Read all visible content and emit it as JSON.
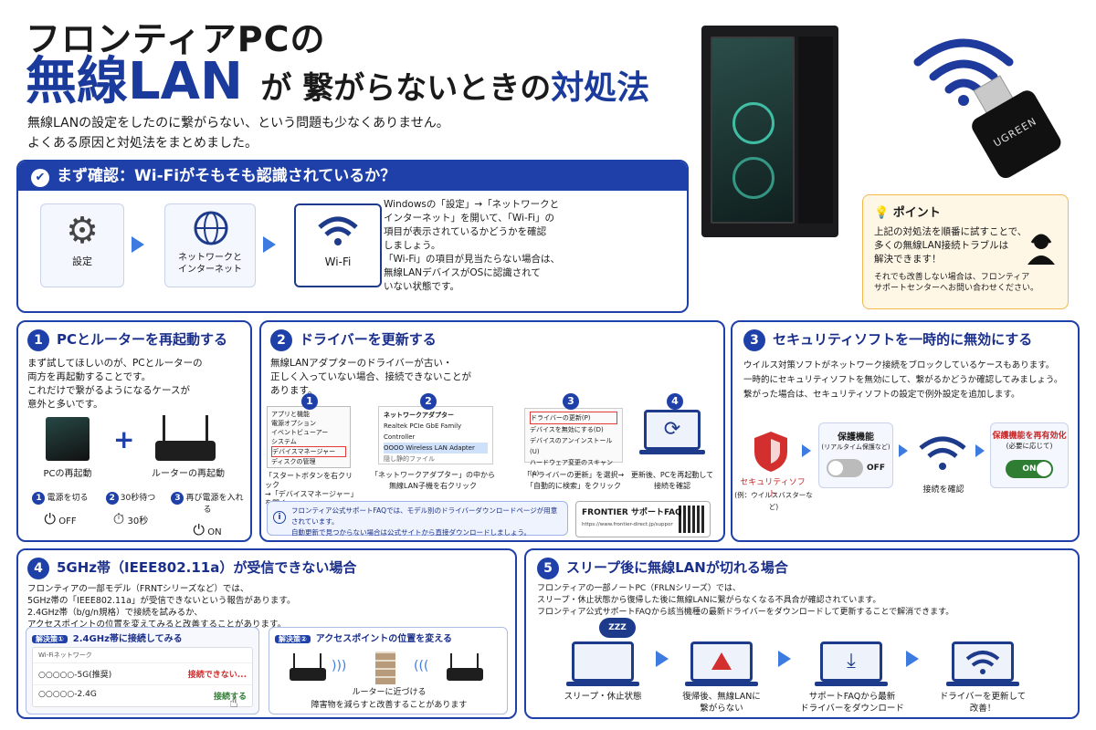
{
  "title": {
    "line1": "フロンティアPCの",
    "big": "無線LAN",
    "mid": "が 繋がらないときの",
    "end": "対処法"
  },
  "intro": [
    "無線LANの設定をしたのに繋がらない、という問題も少なくありません。",
    "よくある原因と対処法をまとめました。"
  ],
  "check": {
    "heading": "まず確認：Wi-Fiがそもそも認識されているか？",
    "steps": [
      "設定",
      "ネットワークと\nインターネット",
      "Wi-Fi"
    ],
    "desc": [
      "Windowsの「設定」→「ネットワークと",
      "インターネット」を開いて、「Wi-Fi」の",
      "項目が表示されているかどうかを確認",
      "しましょう。",
      "「Wi-Fi」の項目が見当たらない場合は、",
      "無線LANデバイスがOSに認識されて",
      "いない状態です。"
    ]
  },
  "adapter": {
    "brand": "UGREEN"
  },
  "point": {
    "title": "ポイント",
    "lines": [
      "上記の対処法を順番に試すことで、",
      "多くの無線LAN接続トラブルは",
      "解決できます！",
      "それでも改善しない場合は、フロンティア",
      "サポートセンターへお問い合わせください。"
    ]
  },
  "s1": {
    "num": "1",
    "title": "PCとルーターを再起動する",
    "lines": [
      "まず試してほしいのが、PCとルーターの",
      "両方を再起動することです。",
      "これだけで繋がるようになるケースが",
      "意外と多いです。"
    ],
    "pc": "PCの再起動",
    "router": "ルーターの再起動",
    "steps": [
      {
        "n": "1",
        "t": "電源を切る",
        "v": "OFF"
      },
      {
        "n": "2",
        "t": "30秒待つ",
        "v": "30秒"
      },
      {
        "n": "3",
        "t": "再び電源を入れる",
        "v": "ON"
      }
    ]
  },
  "s2": {
    "num": "2",
    "title": "ドライバーを更新する",
    "lines": [
      "無線LANアダプターのドライバーが古い・",
      "正しく入っていない場合、接続できないことが",
      "あります。"
    ],
    "menu": [
      "アプリと機能",
      "電源オプション",
      "イベントビューアー",
      "システム",
      "デバイスマネージャー",
      "ディスクの管理"
    ],
    "c1": "「スタートボタンを右クリック\n→「デバイスマネージャー」を開く",
    "na": "ネットワークアダプター",
    "nets": [
      "Realtek PCIe GbE Family Controller",
      "OOOO Wireless LAN Adapter"
    ],
    "ctx": "隠し静的ファイル",
    "c2": "「ネットワークアダプター」の中から\n無線LAN子機を右クリック",
    "menu3": [
      "ドライバーの更新(P)",
      "デバイスを無効にする(D)",
      "デバイスのアンインストール(U)",
      "ハードウェア変更のスキャン(A)"
    ],
    "c3": "「ドライバーの更新」を選択→\n「自動的に検索」をクリック",
    "c4": "更新後、PCを再起動して\n接続を確認",
    "info": [
      "フロンティア公式サポートFAQでは、モデル別のドライバーダウンロードページが用意されています。",
      "自動更新で見つからない場合は公式サイトから直接ダウンロードしましょう。"
    ],
    "faq": "FRONTIER サポートFAQ",
    "url": "https://www.frontier-direct.jp/support/faq/"
  },
  "s3": {
    "num": "3",
    "title": "セキュリティソフトを一時的に無効にする",
    "lines": [
      "ウイルス対策ソフトがネットワーク接続をブロックしているケースもあります。",
      "一時的にセキュリティソフトを無効にして、繋がるかどうか確認してみましょう。",
      "繋がった場合は、セキュリティソフトの設定で例外設定を追加します。"
    ],
    "soft": "セキュリティソフト",
    "softsub": "(例：ウイルスバスターなど)",
    "prot": "保護機能",
    "protsub": "(リアルタイム保護など)",
    "off": "OFF",
    "confirm": "接続を確認",
    "re": "保護機能を再有効化",
    "resub": "(必要に応じて)",
    "on": "ON"
  },
  "s4": {
    "num": "4",
    "title": "5GHz帯（IEEE802.11a）が受信できない場合",
    "lines": [
      "フロンティアの一部モデル（FRNTシリーズなど）では、",
      "5GHz帯の「IEEE802.11a」が受信できないという報告があります。",
      "2.4GHz帯（b/g/n規格）で接続を試みるか、",
      "アクセスポイントの位置を変えてみると改善することがあります。"
    ],
    "sol1": "解決策①",
    "sol1t": "2.4GHz帯に接続してみる",
    "wnet": "Wi-Fiネットワーク",
    "n1": "○○○○○-5G(推奨)",
    "n1s": "接続できない...",
    "n2": "○○○○○-2.4G",
    "n2s": "接続する",
    "sol2": "解決策②",
    "sol2t": "アクセスポイントの位置を変える",
    "cap": [
      "ルーターに近づける",
      "障害物を減らすと改善することがあります"
    ]
  },
  "s5": {
    "num": "5",
    "title": "スリープ後に無線LANが切れる場合",
    "lines": [
      "フロンティアの一部ノートPC（FRLNシリーズ）では、",
      "スリープ・休止状態から復帰した後に無線LANに繋がらなくなる不具合が確認されています。",
      "フロンティア公式サポートFAQから該当機種の最新ドライバーをダウンロードして更新することで解消できます。"
    ],
    "zzz": "ZZZ",
    "steps": [
      "スリープ・休止状態",
      "復帰後、無線LANに\n繋がらない",
      "サポートFAQから最新\nドライバーをダウンロード",
      "ドライバーを更新して\n改善！"
    ]
  }
}
